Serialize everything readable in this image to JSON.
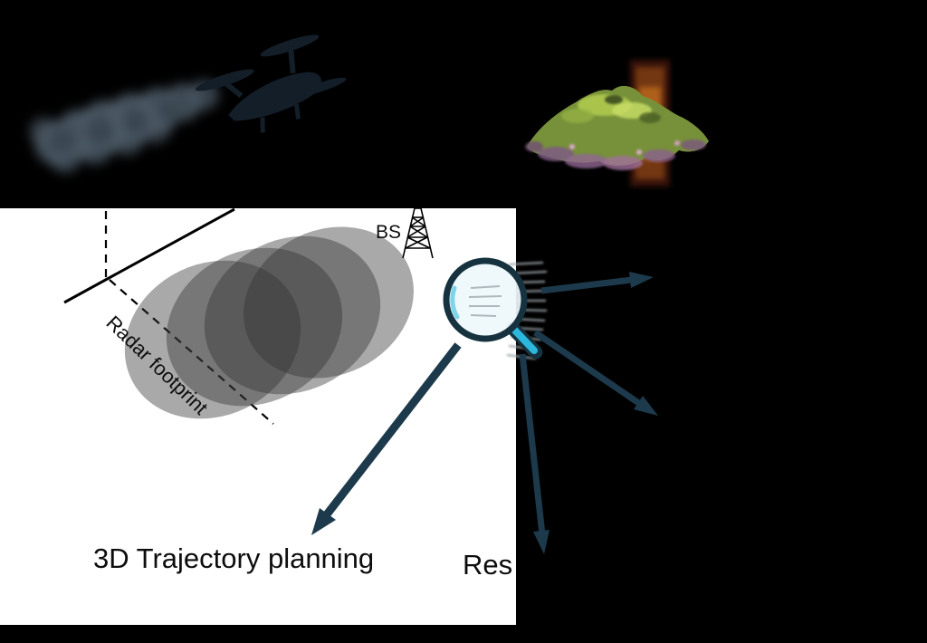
{
  "panel": {
    "labels": {
      "bs": "BS",
      "radar_footprint": "Radar footprint",
      "trajectory_planning": "3D Trajectory planning",
      "resource_partial": "Res"
    }
  },
  "icons": {
    "uav": "quadcopter-drone-with-smoke-trail",
    "terrain": "3d-terrain-scan-island",
    "bs_tower": "lattice-radio-tower",
    "magnifier": "magnifying-glass",
    "arrows": [
      "arrow-top-right",
      "arrow-bottom-right",
      "arrow-down",
      "arrow-bottom-left"
    ]
  },
  "colors": {
    "background": "#000000",
    "panel": "#ffffff",
    "arrow": "#1c3a4c",
    "footprint_gray": "#333333",
    "magnifier_cyan": "#2cb7dc",
    "text": "#0d0d0d"
  }
}
